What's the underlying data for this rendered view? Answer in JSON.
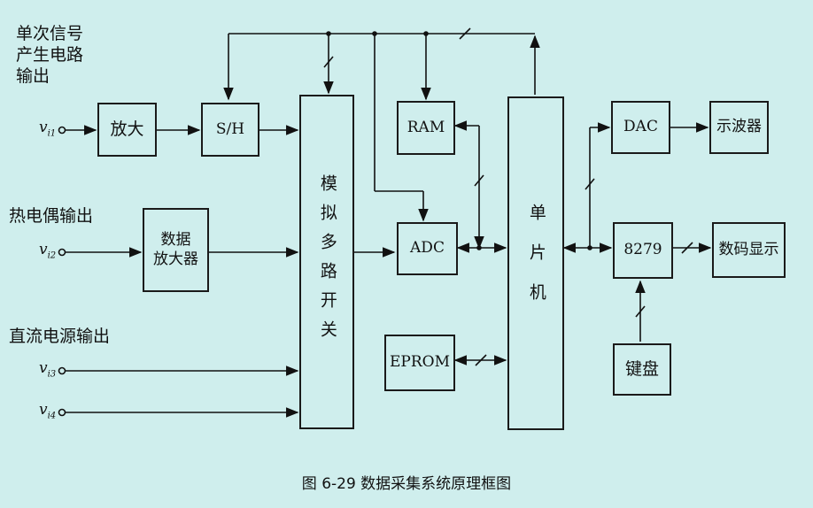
{
  "inputs": {
    "group1_label": "单次信号\n产生电路\n输出",
    "group2_label": "热电偶输出",
    "group3_label": "直流电源输出",
    "v1_base": "v",
    "v1_sub": "i1",
    "v2_base": "v",
    "v2_sub": "i2",
    "v3_base": "v",
    "v3_sub": "i3",
    "v4_base": "v",
    "v4_sub": "i4"
  },
  "blocks": {
    "amp": "放大",
    "sh": "S/H",
    "data_amp": "数据\n放大器",
    "mux": "模拟多路开关",
    "ram": "RAM",
    "adc": "ADC",
    "eprom": "EPROM",
    "mcu": "单片机",
    "dac": "DAC",
    "scope": "示波器",
    "chip8279": "8279",
    "display": "数码显示",
    "keyboard": "键盘"
  },
  "caption": "图 6-29   数据采集系统原理框图"
}
